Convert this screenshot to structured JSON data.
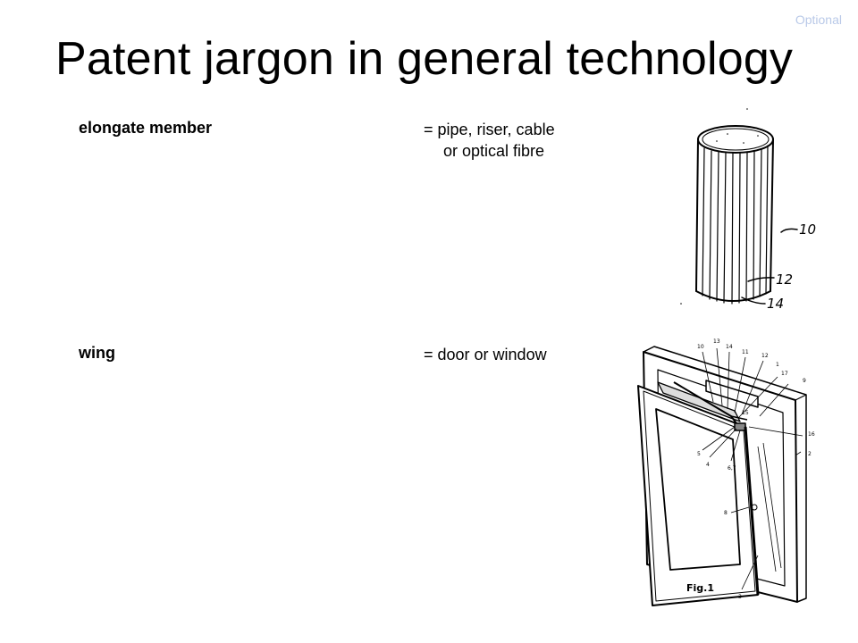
{
  "tag": "Optional",
  "title": "Patent jargon in general technology",
  "entries": [
    {
      "term": "elongate member",
      "definition_line1": "= pipe, riser, cable",
      "definition_line2": "or optical fibre",
      "figure": {
        "icon": "fluted-cylinder-drawing-icon",
        "labels": [
          "10",
          "12",
          "14"
        ]
      }
    },
    {
      "term": "wing",
      "definition_line1": "= door or window",
      "figure": {
        "icon": "tilt-window-drawing-icon",
        "labels": [
          "10",
          "13",
          "14",
          "11",
          "12",
          "1",
          "17",
          "9",
          "15",
          "16",
          "2",
          "5",
          "4",
          "6,7",
          "8",
          "3"
        ],
        "caption": "Fig.1"
      }
    }
  ]
}
